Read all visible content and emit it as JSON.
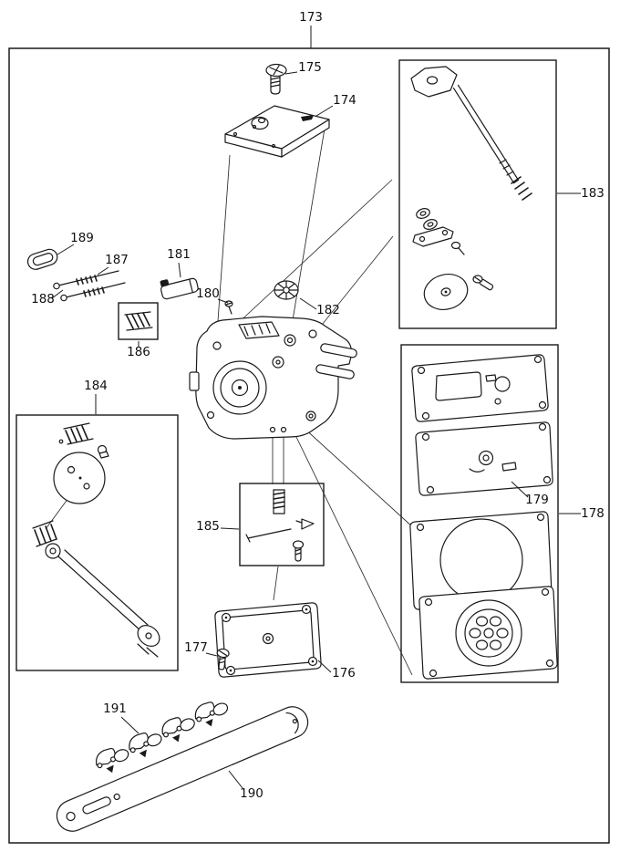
{
  "colors": {
    "background": "#ffffff",
    "line": "#1a1a1a",
    "text": "#111111"
  },
  "labels": [
    {
      "text": "173"
    },
    {
      "text": "174"
    },
    {
      "text": "175"
    },
    {
      "text": "176"
    },
    {
      "text": "177"
    },
    {
      "text": "178"
    },
    {
      "text": "179"
    },
    {
      "text": "180"
    },
    {
      "text": "181"
    },
    {
      "text": "182"
    },
    {
      "text": "183"
    },
    {
      "text": "184"
    },
    {
      "text": "185"
    },
    {
      "text": "186"
    },
    {
      "text": "187"
    },
    {
      "text": "188"
    },
    {
      "text": "189"
    },
    {
      "text": "190"
    },
    {
      "text": "191"
    }
  ]
}
